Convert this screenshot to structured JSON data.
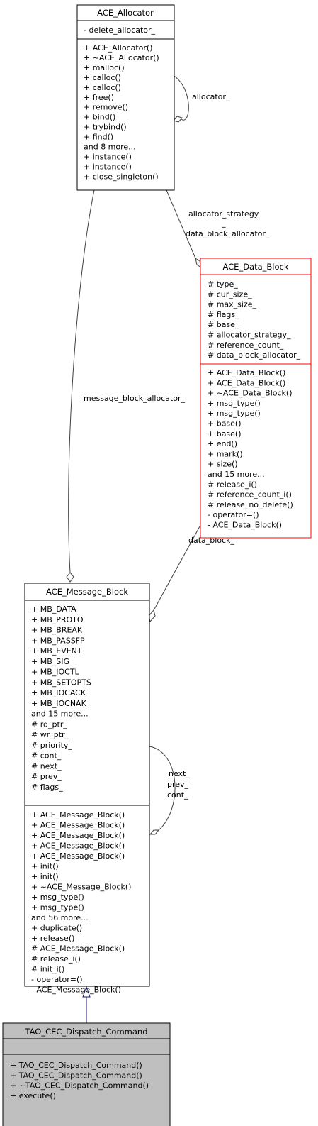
{
  "classes": {
    "allocator": {
      "title": "ACE_Allocator",
      "attributes": [
        "- delete_allocator_"
      ],
      "methods": [
        "+ ACE_Allocator()",
        "+ ~ACE_Allocator()",
        "+ malloc()",
        "+ calloc()",
        "+ calloc()",
        "+ free()",
        "+ remove()",
        "+ bind()",
        "+ trybind()",
        "+ find()",
        "and 8 more...",
        "+ instance()",
        "+ instance()",
        "+ close_singleton()"
      ]
    },
    "data_block": {
      "title": "ACE_Data_Block",
      "border_color": "#ff0000",
      "attributes": [
        "# type_",
        "# cur_size_",
        "# max_size_",
        "# flags_",
        "# base_",
        "# allocator_strategy_",
        "# reference_count_",
        "# data_block_allocator_"
      ],
      "methods": [
        "+ ACE_Data_Block()",
        "+ ACE_Data_Block()",
        "+ ~ACE_Data_Block()",
        "+ msg_type()",
        "+ msg_type()",
        "+ base()",
        "+ base()",
        "+ end()",
        "+ mark()",
        "+ size()",
        "and 15 more...",
        "# release_i()",
        "# reference_count_i()",
        "# release_no_delete()",
        "- operator=()",
        "- ACE_Data_Block()"
      ]
    },
    "message_block": {
      "title": "ACE_Message_Block",
      "attributes": [
        "+ MB_DATA",
        "+ MB_PROTO",
        "+ MB_BREAK",
        "+ MB_PASSFP",
        "+ MB_EVENT",
        "+ MB_SIG",
        "+ MB_IOCTL",
        "+ MB_SETOPTS",
        "+ MB_IOCACK",
        "+ MB_IOCNAK",
        "and 15 more...",
        "# rd_ptr_",
        "# wr_ptr_",
        "# priority_",
        "# cont_",
        "# next_",
        "# prev_",
        "# flags_"
      ],
      "methods": [
        "+ ACE_Message_Block()",
        "+ ACE_Message_Block()",
        "+ ACE_Message_Block()",
        "+ ACE_Message_Block()",
        "+ ACE_Message_Block()",
        "+ init()",
        "+ init()",
        "+ ~ACE_Message_Block()",
        "+ msg_type()",
        "+ msg_type()",
        "and 56 more...",
        "+ duplicate()",
        "+ release()",
        "# ACE_Message_Block()",
        "# release_i()",
        "# init_i()",
        "- operator=()",
        "- ACE_Message_Block()"
      ]
    },
    "dispatch_command": {
      "title": "TAO_CEC_Dispatch_Command",
      "fill_color": "#bfbfbf",
      "attributes": [],
      "methods": [
        "+ TAO_CEC_Dispatch_Command()",
        "+ TAO_CEC_Dispatch_Command()",
        "+ ~TAO_CEC_Dispatch_Command()",
        "+ execute()"
      ]
    }
  },
  "edges": {
    "allocator_self": [
      "allocator_"
    ],
    "allocator_to_data_block": [
      "allocator_strategy",
      "_",
      "data_block_allocator_"
    ],
    "allocator_to_message_block": [
      "message_block_allocator_"
    ],
    "data_block_to_message_block": [
      "data_block_"
    ],
    "message_block_self": [
      "next_",
      "prev_",
      "cont_"
    ]
  },
  "colors": {
    "inheritance_arrow": "#191970",
    "association_edge": "#404040"
  }
}
